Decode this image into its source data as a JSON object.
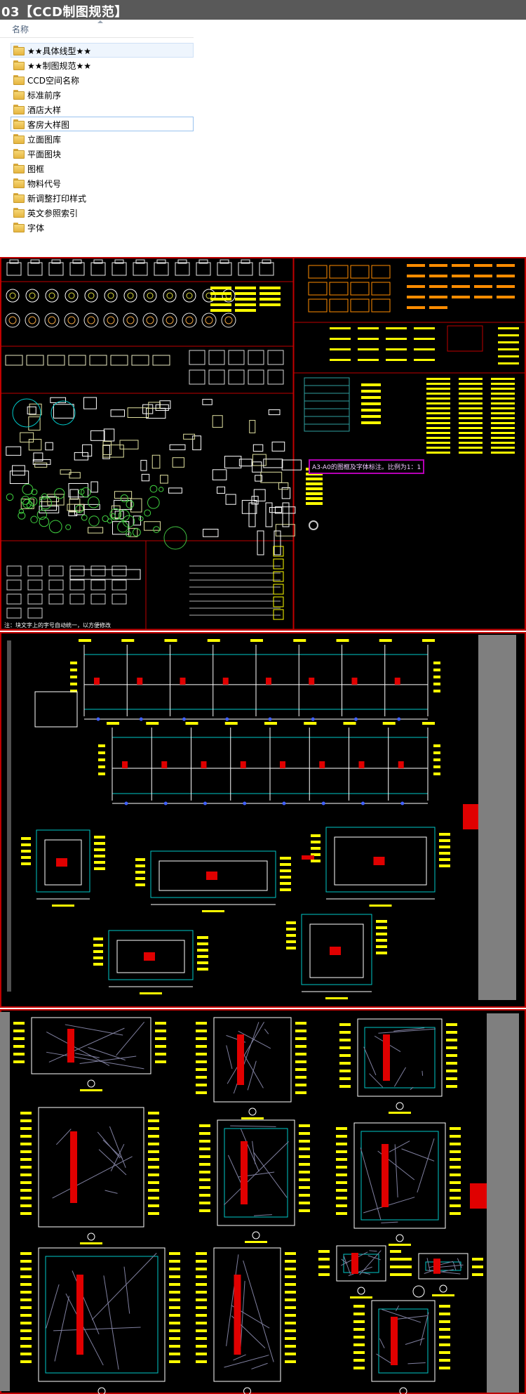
{
  "window": {
    "title": "03【CCD制图规范】"
  },
  "explorer": {
    "column_name": "名称",
    "items": [
      {
        "label": "★★具体线型★★",
        "state": "highlighted"
      },
      {
        "label": "★★制图规范★★",
        "state": "normal"
      },
      {
        "label": "CCD空间名称",
        "state": "normal"
      },
      {
        "label": "标准前序",
        "state": "normal"
      },
      {
        "label": "酒店大样",
        "state": "normal"
      },
      {
        "label": "客房大样图",
        "state": "selected"
      },
      {
        "label": "立面图库",
        "state": "normal"
      },
      {
        "label": "平面图块",
        "state": "normal"
      },
      {
        "label": "图框",
        "state": "normal"
      },
      {
        "label": "物料代号",
        "state": "normal"
      },
      {
        "label": "新调整打印样式",
        "state": "normal"
      },
      {
        "label": "英文参照索引",
        "state": "normal"
      },
      {
        "label": "字体",
        "state": "normal"
      }
    ]
  },
  "previews": {
    "library": {
      "note": "注：块文字上的字号自动统一，以方便修改",
      "callout": "A3-A0的图框及字体标注。比例为1：1"
    },
    "details_1": {},
    "details_2": {}
  },
  "colors": {
    "title_bar": "#595959",
    "cad_background": "#000000",
    "cad_frame": "#c00000",
    "cad_yellow": "#ffff00",
    "cad_cyan": "#00c8c8",
    "cad_red": "#e00000",
    "cad_grey": "#7f7f7f"
  }
}
